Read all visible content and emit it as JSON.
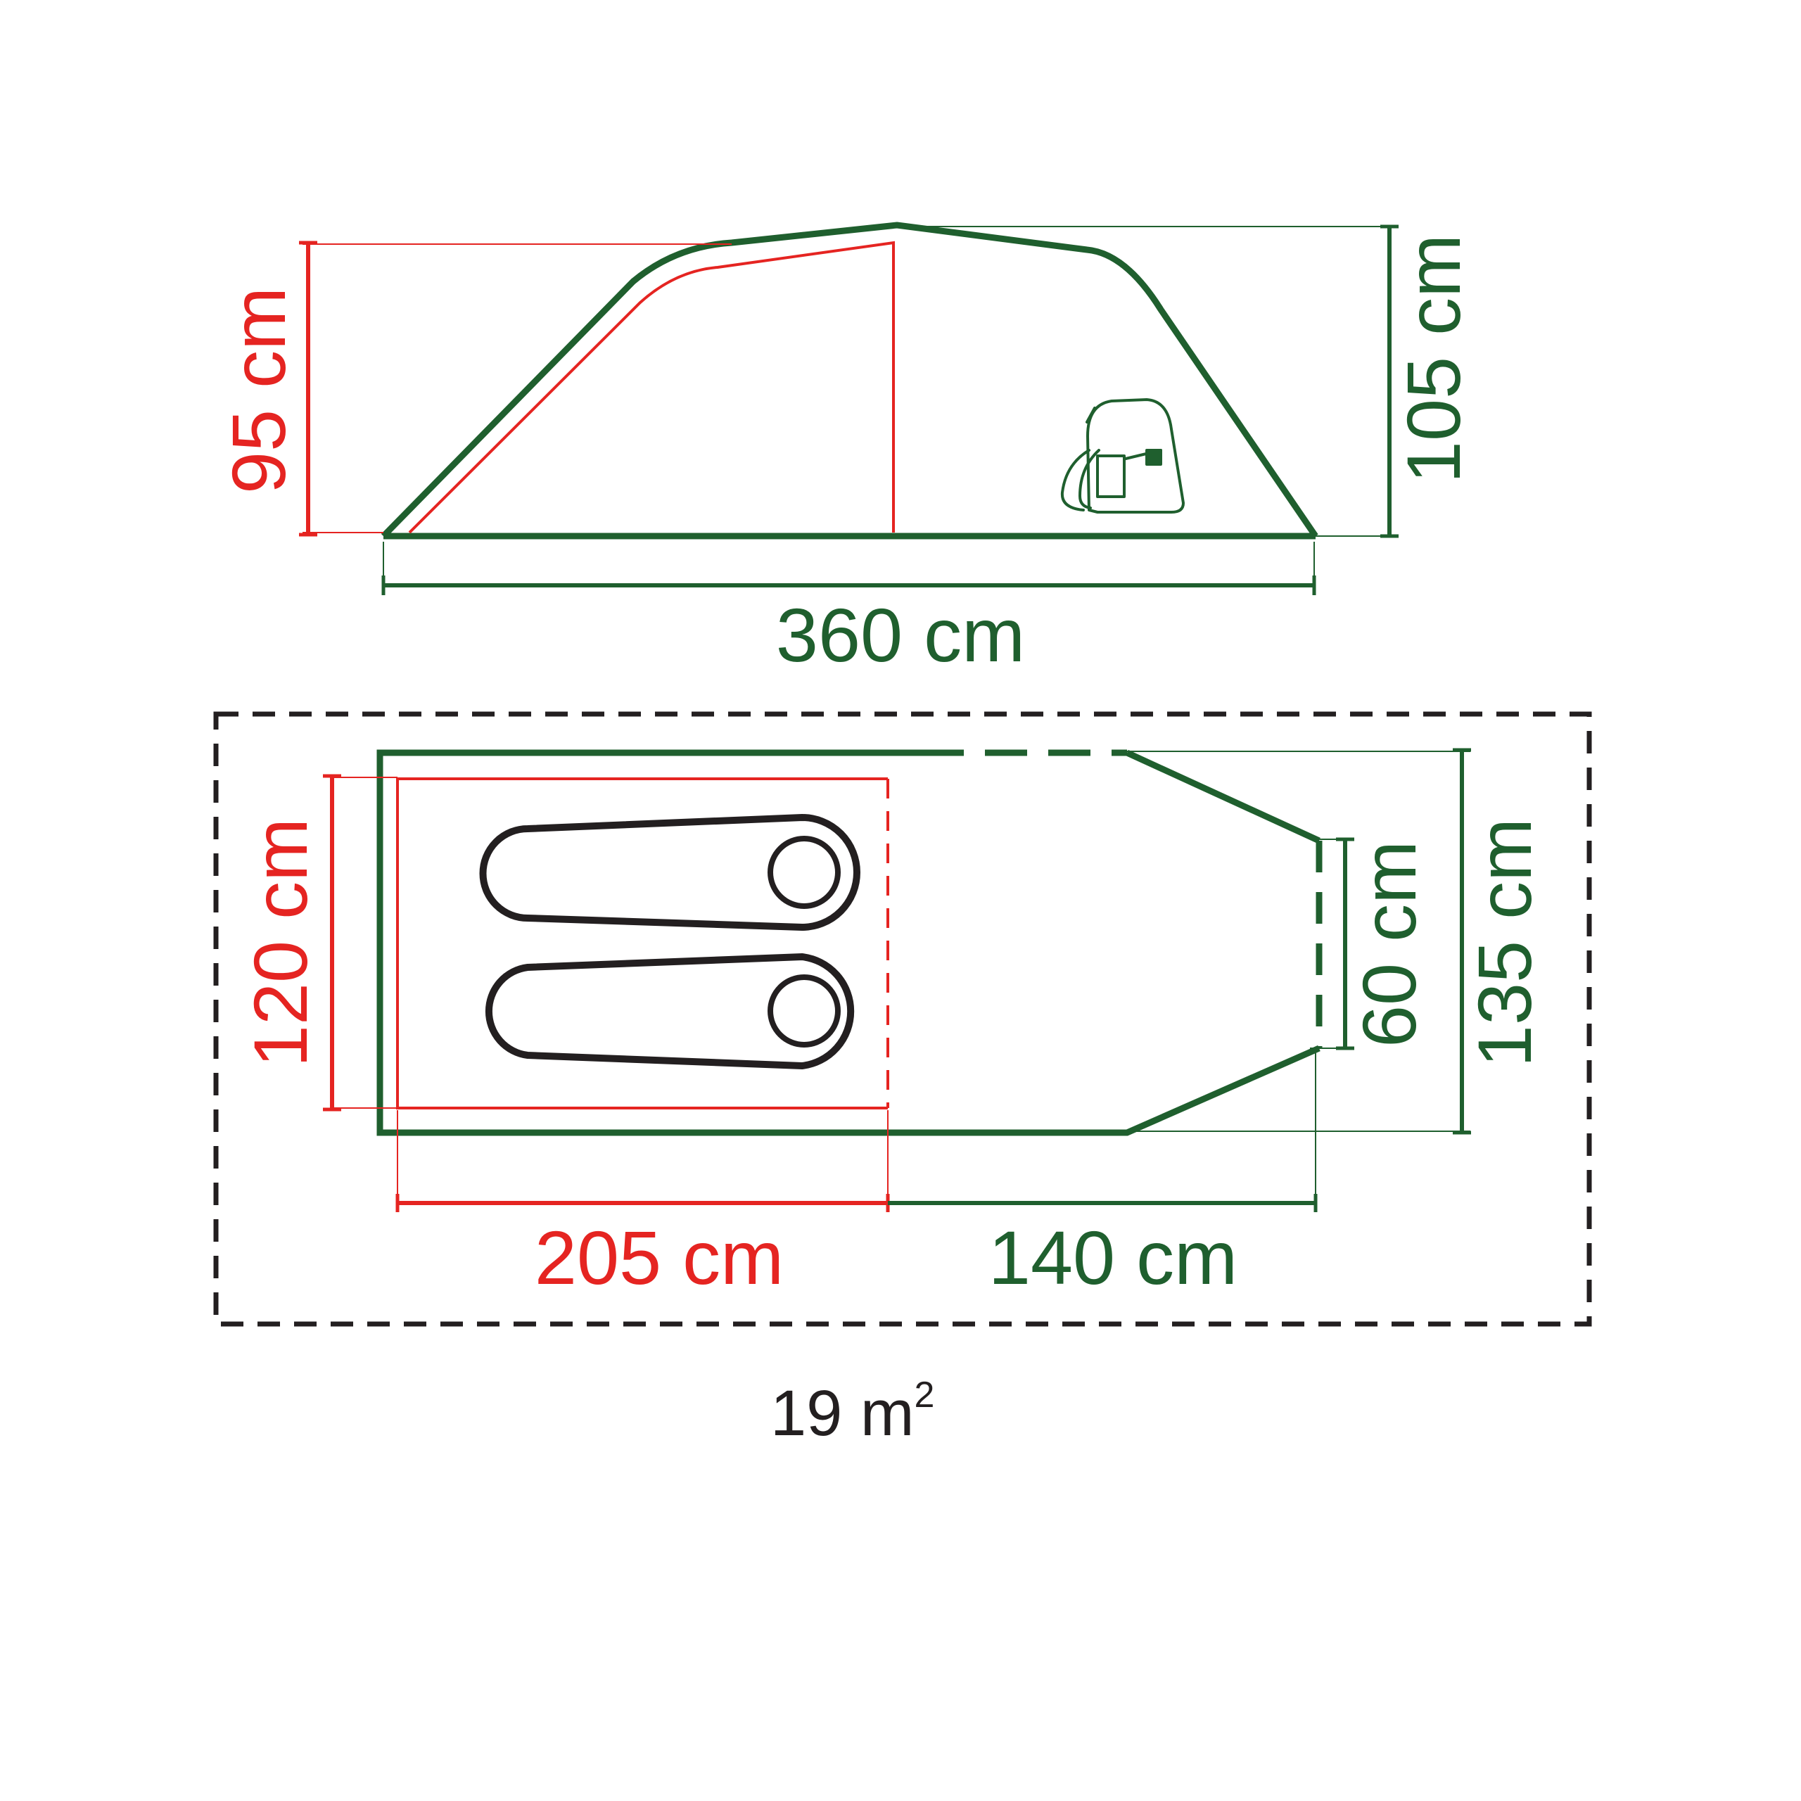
{
  "colors": {
    "red": "#e52421",
    "green": "#1f5f2e",
    "black": "#231f20",
    "background": "#ffffff"
  },
  "side_view": {
    "inner_height_label": "95 cm",
    "outer_height_label": "105 cm",
    "length_label": "360 cm",
    "icon": "backpack-icon"
  },
  "floor_plan": {
    "inner_depth_label": "205 cm",
    "porch_depth_label": "140 cm",
    "inner_width_label": "120 cm",
    "porch_end_width_label": "60 cm",
    "outer_width_label": "135 cm",
    "icon": "sleeping-bag-icon",
    "sleeping_bag_count": 2
  },
  "footprint_area": {
    "value": "19 m",
    "superscript": "2"
  }
}
